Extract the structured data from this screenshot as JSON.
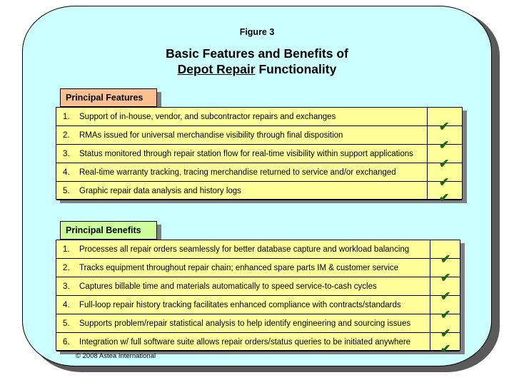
{
  "slide": {
    "figure_label": "Figure 3",
    "title_line1": "Basic Features and Benefits of",
    "title_line2_underlined": "Depot Repair",
    "title_line2_rest": " Functionality",
    "copyright": "© 2008 Astea International",
    "background_color": "#ccffff",
    "panel_border_color": "#000000",
    "shadow_color": "#5a5a5a"
  },
  "sections": {
    "features": {
      "tab_label": "Principal Features",
      "tab_color": "#fac090",
      "row_color": "#ffff99",
      "check_icon": "✔",
      "check_color": "#1a661a",
      "items": [
        {
          "num": "1.",
          "text": "Support of in-house, vendor, and subcontractor repairs and exchanges",
          "checked": true
        },
        {
          "num": "2.",
          "text": "RMAs issued for universal merchandise visibility through final disposition",
          "checked": true
        },
        {
          "num": "3.",
          "text": "Status monitored through repair station flow for real-time visibility within support applications",
          "checked": true
        },
        {
          "num": "4.",
          "text": "Real-time warranty tracking, tracing merchandise returned to service and/or exchanged",
          "checked": true
        },
        {
          "num": "5.",
          "text": "Graphic repair data analysis and history logs",
          "checked": true
        }
      ]
    },
    "benefits": {
      "tab_label": "Principal Benefits",
      "tab_color": "#ccff99",
      "row_color": "#ffff99",
      "check_icon": "✔",
      "check_color": "#1a661a",
      "items": [
        {
          "num": "1.",
          "text": "Processes all repair orders seamlessly for better database capture and workload balancing",
          "checked": true
        },
        {
          "num": "2.",
          "text": "Tracks equipment throughout repair chain; enhanced spare parts IM & customer service",
          "checked": true
        },
        {
          "num": "3.",
          "text": "Captures billable time and materials automatically to speed service-to-cash cycles",
          "checked": true
        },
        {
          "num": "4.",
          "text": "Full-loop repair history tracking facilitates enhanced compliance with contracts/standards",
          "checked": true
        },
        {
          "num": "5.",
          "text": "Supports problem/repair statistical analysis to help identify engineering and sourcing issues",
          "checked": true
        },
        {
          "num": "6.",
          "text": "Integration w/ full software suite allows repair orders/status queries to be initiated anywhere",
          "checked": true
        }
      ]
    }
  }
}
